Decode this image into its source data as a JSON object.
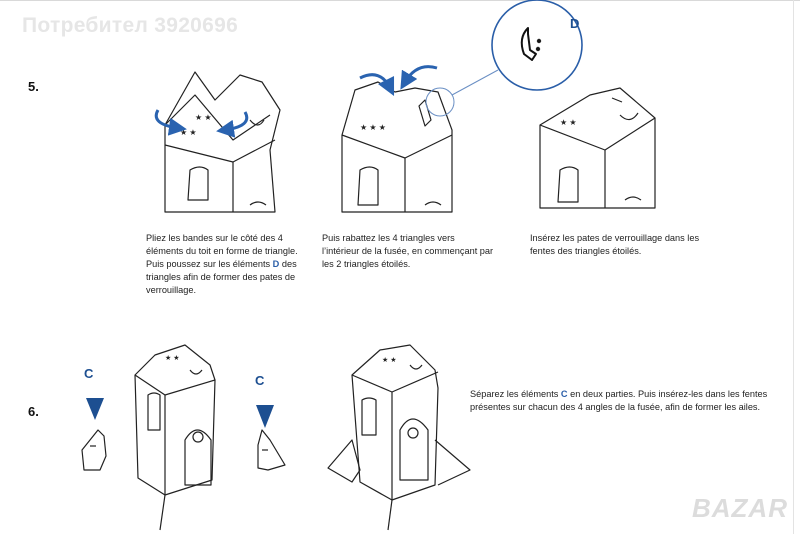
{
  "watermark": "Потребител 3920696",
  "logo": "BAZAR",
  "step5": {
    "number": "5.",
    "callout_label": "D",
    "captions": [
      {
        "pre": "Pliez les bandes sur le côté des 4 éléments du toit en forme de triangle. Puis poussez sur les éléments ",
        "hl": "D",
        "post": " des triangles afin de former des pates de verrouillage."
      },
      {
        "pre": "Puis rabattez les 4 triangles vers l’intérieur de la fusée, en commençant par les 2 triangles étoilés.",
        "hl": "",
        "post": ""
      },
      {
        "pre": "Insérez les pates de verrouillage dans les fentes des triangles étoilés.",
        "hl": "",
        "post": ""
      }
    ]
  },
  "step6": {
    "number": "6.",
    "label_left": "C",
    "label_right": "C",
    "caption": {
      "pre": "Séparez les éléments ",
      "hl": "C",
      "post": " en deux parties. Puis insérez-les dans les fentes présentes sur chacun des 4 angles de la fusée, afin de former les ailes."
    }
  },
  "colors": {
    "accent": "#1d4f91",
    "arrow": "#2a63b0",
    "line": "#222222"
  }
}
